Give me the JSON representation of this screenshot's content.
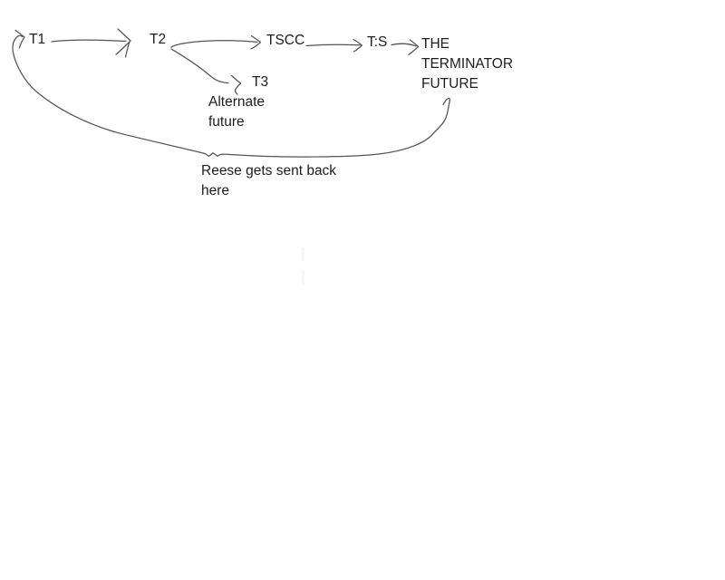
{
  "canvas": {
    "background": "#ffffff",
    "stroke_color": "#545454",
    "text_color": "#1d1d1d"
  },
  "nodes": [
    {
      "id": "t1",
      "label": "T1"
    },
    {
      "id": "t2",
      "label": "T2"
    },
    {
      "id": "tscc",
      "label": "TSCC"
    },
    {
      "id": "ts",
      "label": "T:S"
    },
    {
      "id": "the-terminator-future",
      "label": "THE\nTERMINATOR\nFUTURE"
    },
    {
      "id": "t3",
      "label": "T3"
    }
  ],
  "annotations": [
    {
      "id": "alternate-future",
      "text": "Alternate\nfuture"
    },
    {
      "id": "reese-note",
      "text": "Reese gets sent back\nhere"
    }
  ],
  "edges": [
    {
      "from": "T1",
      "to": "T2"
    },
    {
      "from": "T2",
      "to": "TSCC"
    },
    {
      "from": "TSCC",
      "to": "T:S"
    },
    {
      "from": "T:S",
      "to": "THE TERMINATOR FUTURE"
    },
    {
      "from": "T2",
      "to": "T3",
      "note": "Alternate future"
    },
    {
      "from": "THE TERMINATOR FUTURE",
      "to": "T1",
      "note": "Reese gets sent back here"
    }
  ]
}
